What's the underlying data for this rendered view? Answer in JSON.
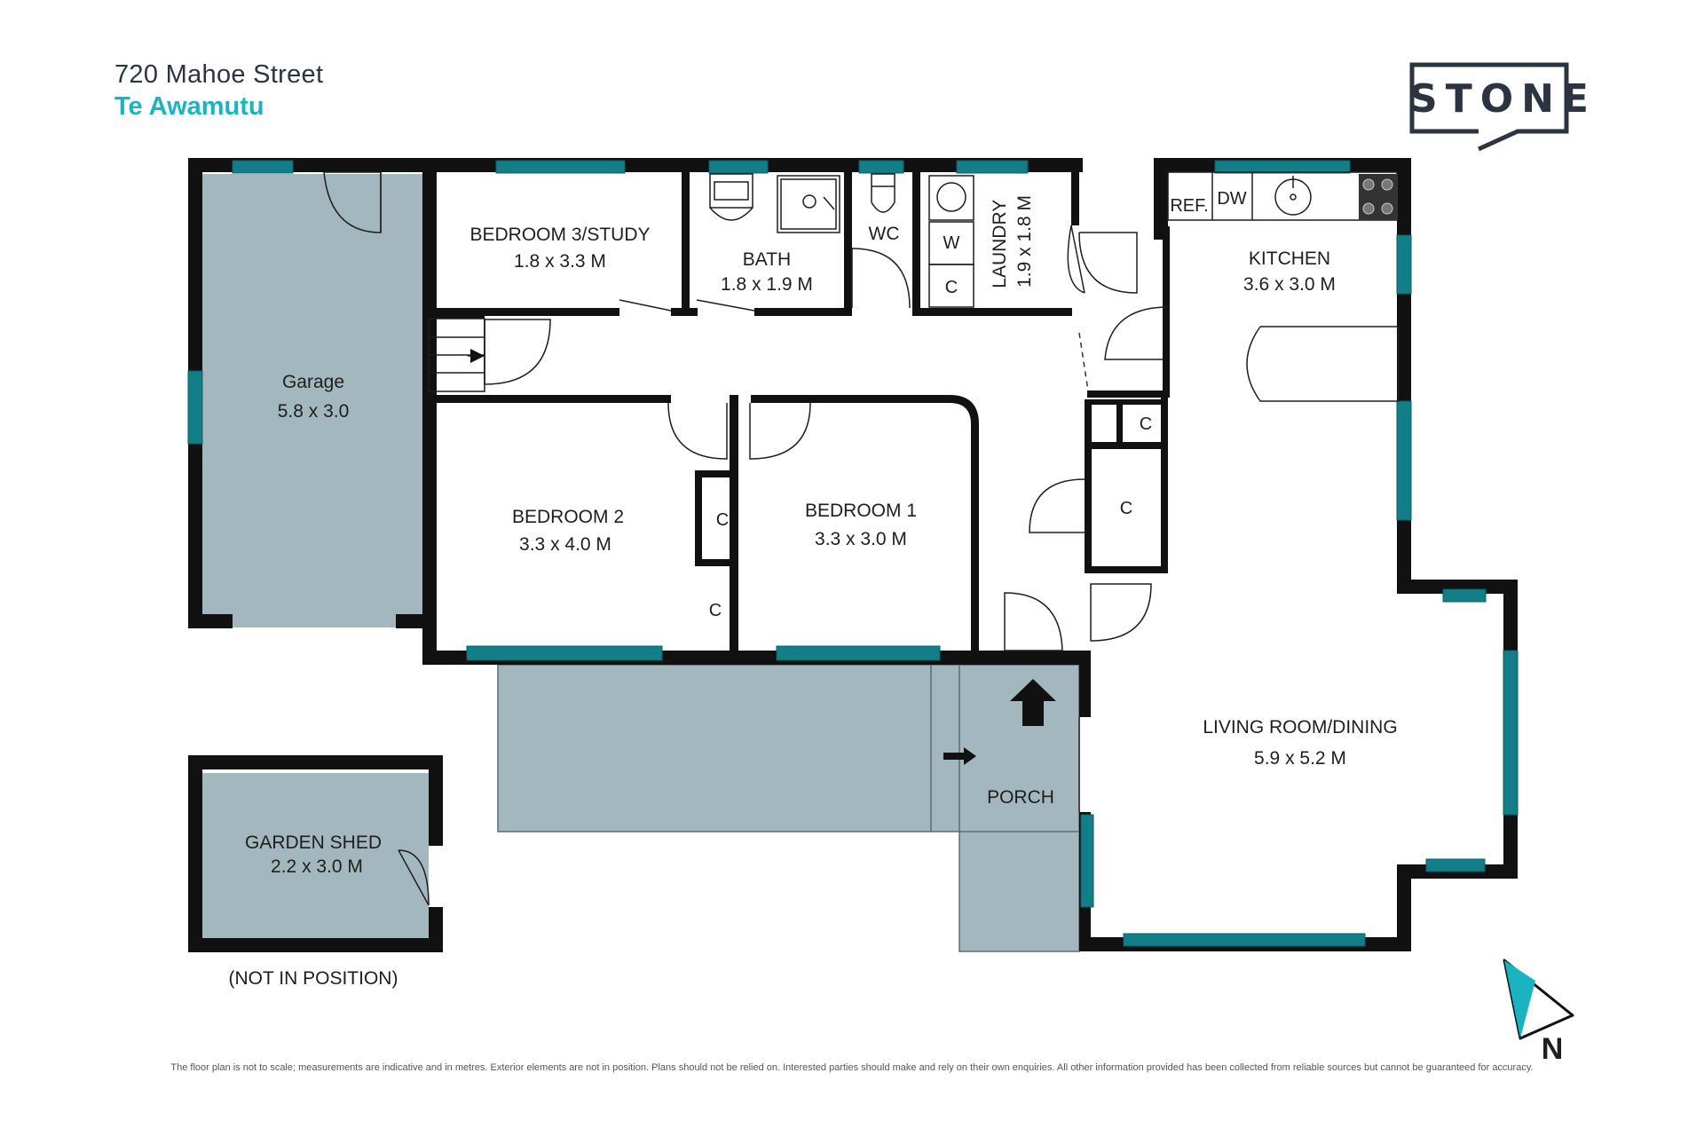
{
  "address": {
    "street": "720 Mahoe Street",
    "suburb": "Te Awamutu"
  },
  "brand": {
    "name": "STONE"
  },
  "rooms": {
    "garage": {
      "name": "Garage",
      "size": "5.8 x 3.0"
    },
    "bedroom3": {
      "name": "BEDROOM 3/STUDY",
      "size": "1.8 x 3.3 M"
    },
    "bath": {
      "name": "BATH",
      "size": "1.8 x 1.9 M"
    },
    "wc": {
      "name": "WC"
    },
    "laundry": {
      "name": "LAUNDRY",
      "size": "1.9 x 1.8 M"
    },
    "kitchen": {
      "name": "KITCHEN",
      "size": "3.6 x 3.0 M"
    },
    "bedroom2": {
      "name": "BEDROOM 2",
      "size": "3.3 x 4.0 M"
    },
    "bedroom1": {
      "name": "BEDROOM 1",
      "size": "3.3 x 3.0 M"
    },
    "living": {
      "name": "LIVING ROOM/DINING",
      "size": "5.9 x 5.2 M"
    },
    "porch": {
      "name": "PORCH"
    },
    "shed": {
      "name": "GARDEN SHED",
      "size": "2.2 x 3.0 M",
      "note": "(NOT IN POSITION)"
    }
  },
  "fixtures": {
    "ref": "REF.",
    "dw": "DW",
    "washer": "W",
    "cupboard": "C"
  },
  "compass": {
    "label": "N"
  },
  "disclaimer": "The floor plan is not to scale; measurements are indicative and in metres. Exterior elements are not in position. Plans should not be relied on. Interested parties should make and rely on their own enquiries. All other information provided has been collected from reliable sources but cannot be guaranteed for accuracy.",
  "colors": {
    "wall": "#111111",
    "window": "#127e87",
    "outdoor": "#a3b7bf",
    "accent": "#1ab3c0",
    "text": "#2b3440"
  }
}
